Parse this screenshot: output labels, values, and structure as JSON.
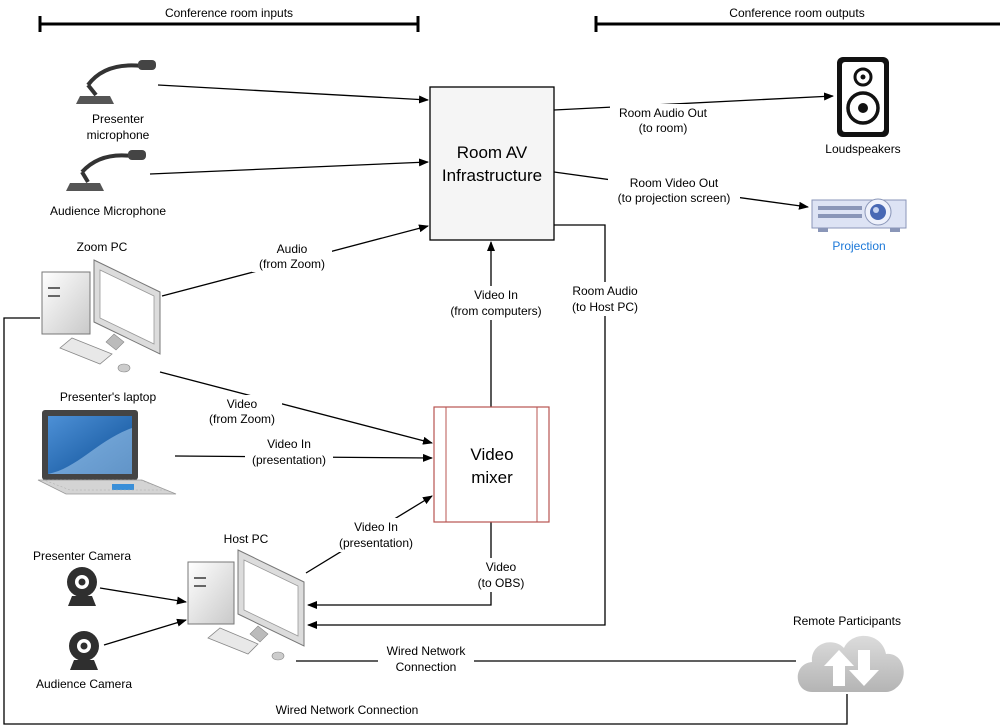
{
  "headers": {
    "inputs": "Conference room inputs",
    "outputs": "Conference room outputs"
  },
  "nodes": {
    "room_av": [
      "Room AV",
      "Infrastructure"
    ],
    "video_mixer": [
      "Video",
      "mixer"
    ],
    "presenter_mic": [
      "Presenter",
      "microphone"
    ],
    "audience_mic": "Audience Microphone",
    "zoom_pc": "Zoom PC",
    "presenters_laptop": "Presenter's laptop",
    "host_pc": "Host PC",
    "presenter_camera": "Presenter Camera",
    "audience_camera": "Audience Camera",
    "loudspeakers": "Loudspeakers",
    "projection": "Projection",
    "remote_participants": "Remote Participants"
  },
  "edges": {
    "room_audio_out": [
      "Room Audio Out",
      "(to room)"
    ],
    "room_video_out": [
      "Room Video Out",
      "(to projection screen)"
    ],
    "audio_from_zoom": [
      "Audio",
      "(from Zoom)"
    ],
    "video_in_from_computers": [
      "Video In",
      "(from computers)"
    ],
    "room_audio_to_host": [
      "Room Audio",
      "(to Host PC)"
    ],
    "video_from_zoom": [
      "Video",
      "(from Zoom)"
    ],
    "video_in_presentation_laptop": [
      "Video In",
      "(presentation)"
    ],
    "video_in_presentation_host": [
      "Video In",
      "(presentation)"
    ],
    "video_to_obs": [
      "Video",
      "(to OBS)"
    ],
    "wired_network_host": [
      "Wired Network",
      "Connection"
    ],
    "wired_network_bottom": "Wired Network Connection"
  },
  "colors": {
    "box_fill": "#f5f5f5",
    "mixer_border": "#b85450",
    "projection_label": "#1c78d8",
    "projector_body": "#dde3f4",
    "projector_lens": "#4868b4",
    "cloud": "#c8c8c8",
    "laptop_screen": "#1e66b2"
  }
}
